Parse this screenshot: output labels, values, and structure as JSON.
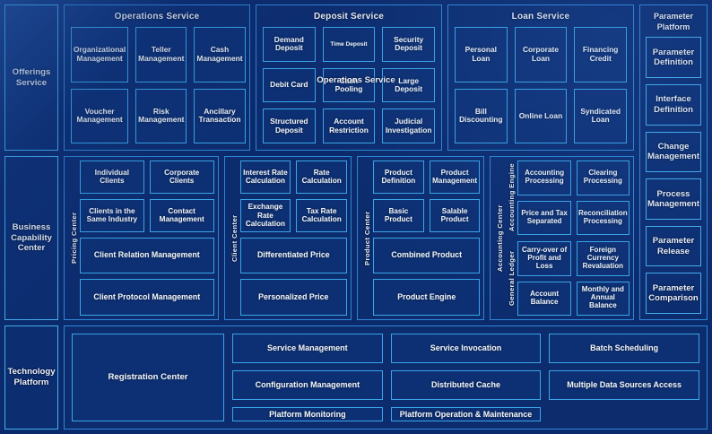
{
  "theme": {
    "background": "#0b2a6b",
    "panel_fill": "#0c2c6e",
    "box_fill": "#0d2f73",
    "box_border": "#3aa6e8",
    "panel_border": "#2f86d6",
    "text": "#eef4ff"
  },
  "rows": {
    "offerings": {
      "side_label": "Offerings Service",
      "duplicate_overlay_label": "Operations Service",
      "groups": [
        {
          "title": "Operations Service",
          "items": [
            "Organizational Management",
            "Teller Management",
            "Cash Management",
            "Voucher Management",
            "Risk Management",
            "Ancillary Transaction"
          ]
        },
        {
          "title": "Deposit Service",
          "items": [
            "Demand Deposit",
            "Time Deposit",
            "Security Deposit",
            "Debit Card",
            "Cash Pooling",
            "Large Deposit",
            "Structured Deposit",
            "Account Restriction",
            "Judicial Investigation"
          ],
          "small_text_items": [
            "Time Deposit"
          ]
        },
        {
          "title": "Loan Service",
          "items": [
            "Personal Loan",
            "Corporate Loan",
            "Financing Credit",
            "Bill Discounting",
            "Online Loan",
            "Syndicated Loan"
          ]
        }
      ]
    },
    "business": {
      "side_label": "Business Capability Center",
      "centers": [
        {
          "vertical_label": "Pricing Center",
          "pairs": [
            [
              "Individual Clients",
              "Corporate Clients"
            ],
            [
              "Clients in the Same Industry",
              "Contact Management"
            ]
          ],
          "wide": [
            "Client Relation Management",
            "Client Protocol Management"
          ]
        },
        {
          "vertical_label": "Client Center",
          "pairs": [
            [
              "Interest Rate Calculation",
              "Rate Calculation"
            ],
            [
              "Exchange Rate Calculation",
              "Tax Rate Calculation"
            ]
          ],
          "wide": [
            "Differentiated Price",
            "Personalized Price"
          ]
        },
        {
          "vertical_label": "Product Center",
          "pairs": [
            [
              "Product Definition",
              "Product Management"
            ],
            [
              "Basic Product",
              "Salable Product"
            ]
          ],
          "wide": [
            "Combined Product",
            "Product Engine"
          ]
        }
      ],
      "accounting": {
        "vertical_label": "Accounting Center",
        "subsections": [
          {
            "vertical_label": "Accounting Engine",
            "items": [
              "Accounting Processing",
              "Clearing Processing",
              "Price and Tax Separated",
              "Reconciliation Processing"
            ]
          },
          {
            "vertical_label": "General  Ledger",
            "items": [
              "Carry-over of Profit and Loss",
              "Foreign Currency Revaluation",
              "Account Balance",
              "Monthly and Annual Balance"
            ]
          }
        ]
      }
    },
    "technology": {
      "side_label": "Technology Platform",
      "registration": "Registration Center",
      "items": [
        "Service Management",
        "Service Invocation",
        "Batch Scheduling",
        "Configuration Management",
        "Distributed Cache",
        "Multiple Data Sources Access",
        "Platform Monitoring",
        "Platform Operation & Maintenance"
      ]
    }
  },
  "parameter_platform": {
    "title": "Parameter Platform",
    "items": [
      "Parameter Definition",
      "Interface Definition",
      "Change Management",
      "Process Management",
      "Parameter Release",
      "Parameter Comparison"
    ]
  }
}
